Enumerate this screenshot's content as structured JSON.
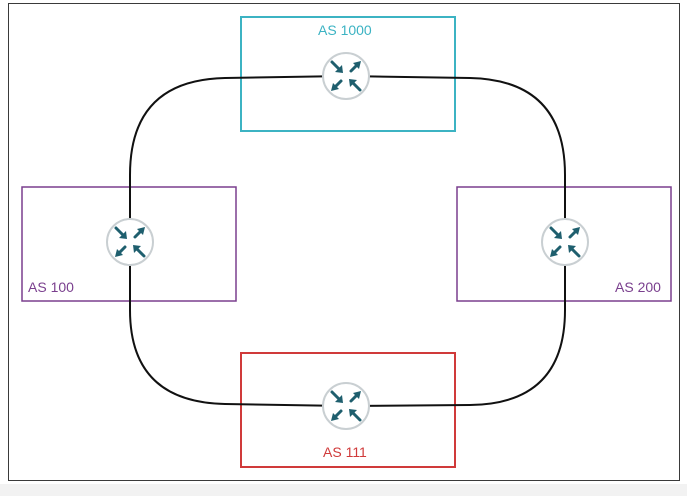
{
  "diagram": {
    "autonomous_systems": [
      {
        "id": "as1000",
        "label": "AS 1000",
        "color": "#3cb3c3",
        "icon": "router-icon"
      },
      {
        "id": "as100",
        "label": "AS 100",
        "color": "#7a3f8e",
        "icon": "router-icon"
      },
      {
        "id": "as200",
        "label": "AS 200",
        "color": "#7a3f8e",
        "icon": "router-icon"
      },
      {
        "id": "as111",
        "label": "AS 111",
        "color": "#d03a3a",
        "icon": "router-icon"
      }
    ],
    "links": [
      {
        "from": "as100",
        "to": "as1000"
      },
      {
        "from": "as1000",
        "to": "as200"
      },
      {
        "from": "as200",
        "to": "as111"
      },
      {
        "from": "as111",
        "to": "as100"
      }
    ],
    "router_color": "#1f5f6e"
  }
}
